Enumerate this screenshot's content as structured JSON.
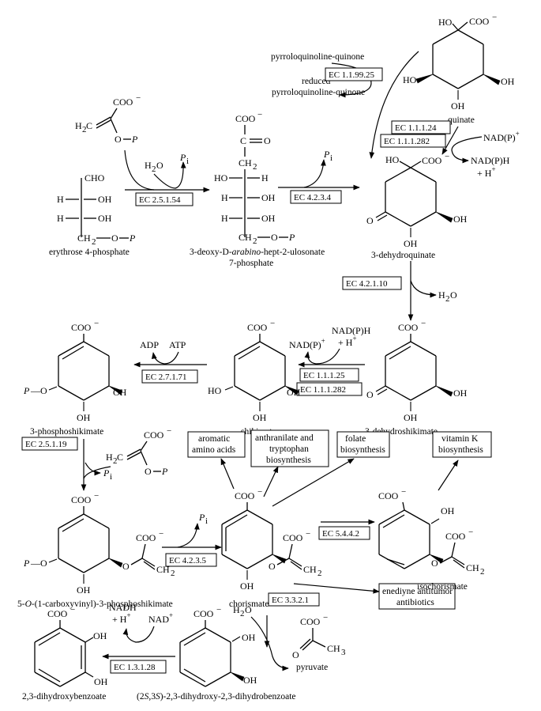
{
  "compounds": {
    "pep": "",
    "e4p": "erythrose 4-phosphate",
    "dahp_line1_a": "3-deoxy-D-",
    "dahp_line1_b": "arabino",
    "dahp_line1_c": "-hept-2-ulosonate",
    "dahp_line2": "7-phosphate",
    "quinate": "quinate",
    "dehydroquinate": "3-dehydroquinate",
    "dehydroshikimate": "3-dehydroshikimate",
    "shikimate": "shikimate",
    "phosphoshikimate": "3-phosphoshikimate",
    "epsp_a": "5-",
    "epsp_b": "O",
    "epsp_c": "-(1-carboxyvinyl)-3-phosphoshikimate",
    "chorismate": "chorismate",
    "isochorismate": "isochorismate",
    "pyruvate": "pyruvate",
    "dhdhb_a": "(2",
    "dhdhb_b": "S",
    "dhdhb_c": ",3",
    "dhdhb_d": "S",
    "dhdhb_e": ")-2,3-dihydroxy-2,3-dihydrobenzoate",
    "dhb": "2,3-dihydroxybenzoate"
  },
  "cofactors": {
    "pqq": "pyrroloquinoline-quinone",
    "pqq_red_1": "reduced",
    "pqq_red_2": "pyrroloquinoline-quinone",
    "nadp_plus": "NAD(P)",
    "nadph": "NAD(P)H",
    "h_plus": "+ H",
    "h2o": "H",
    "pi": "P",
    "adp": "ADP",
    "atp": "ATP",
    "nadh": "NADH",
    "nad_plus": "NAD"
  },
  "enzymes": {
    "e1": "EC 2.5.1.54",
    "e2": "EC 4.2.3.4",
    "e3": "EC 1.1.99.25",
    "e4a": "EC 1.1.1.24",
    "e4b": "EC 1.1.1.282",
    "e5": "EC 4.2.1.10",
    "e6a": "EC 1.1.1.25",
    "e6b": "EC 1.1.1.282",
    "e7": "EC 2.7.1.71",
    "e8": "EC 2.5.1.19",
    "e9": "EC 4.2.3.5",
    "e10": "EC 5.4.4.2",
    "e11": "EC 3.3.2.1",
    "e12": "EC 1.3.1.28"
  },
  "products": {
    "aromatic_1": "aromatic",
    "aromatic_2": "amino acids",
    "anth_1": "anthranilate and",
    "anth_2": "tryptophan",
    "anth_3": "biosynthesis",
    "folate_1": "folate",
    "folate_2": "biosynthesis",
    "vitk_1": "vitamin K",
    "vitk_2": "biosynthesis",
    "ened_1": "enediyne antitumor",
    "ened_2": "antibiotics"
  }
}
